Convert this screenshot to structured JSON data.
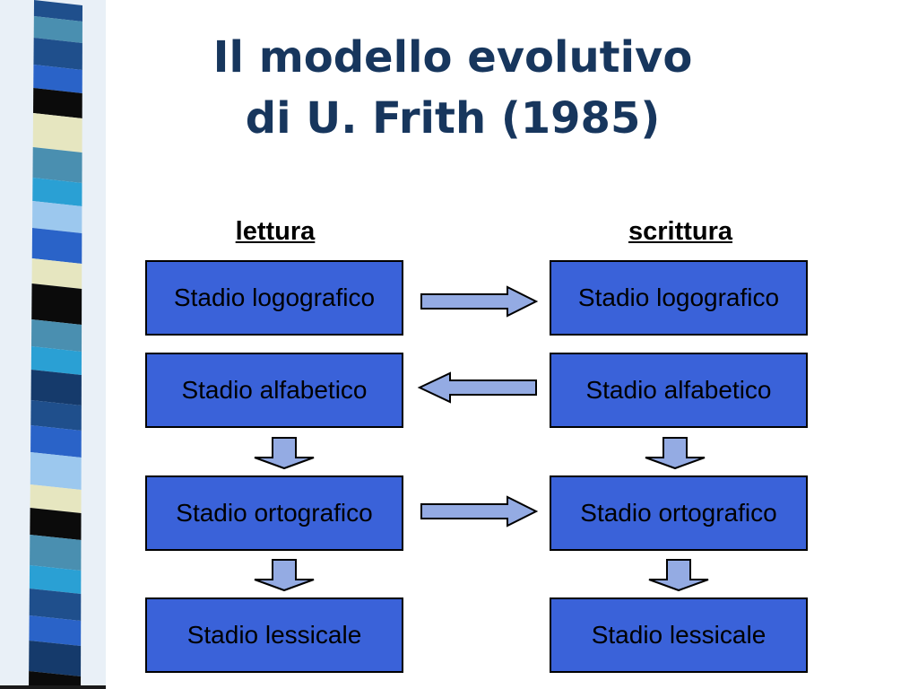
{
  "title": {
    "line1": "Il modello evolutivo",
    "line2": "di U. Frith (1985)"
  },
  "columns": {
    "left_heading": "lettura",
    "right_heading": "scrittura"
  },
  "stages": {
    "left": [
      "Stadio logografico",
      "Stadio alfabetico",
      "Stadio ortografico",
      "Stadio lessicale"
    ],
    "right": [
      "Stadio logografico",
      "Stadio alfabetico",
      "Stadio ortografico",
      "Stadio lessicale"
    ]
  },
  "colors": {
    "title": "#17365d",
    "box_fill": "#3a62d9",
    "arrow_fill": "#94abe3",
    "stripe_palette": [
      "#1f4f8c",
      "#4a8fb0",
      "#2a63c8",
      "#0b0b0b",
      "#e6e6c0",
      "#2aa0d4",
      "#9cc8ee",
      "#153a6b"
    ]
  },
  "icons": {
    "arrow_right": "arrow-right-icon",
    "arrow_left": "arrow-left-icon",
    "arrow_down": "arrow-down-icon"
  }
}
